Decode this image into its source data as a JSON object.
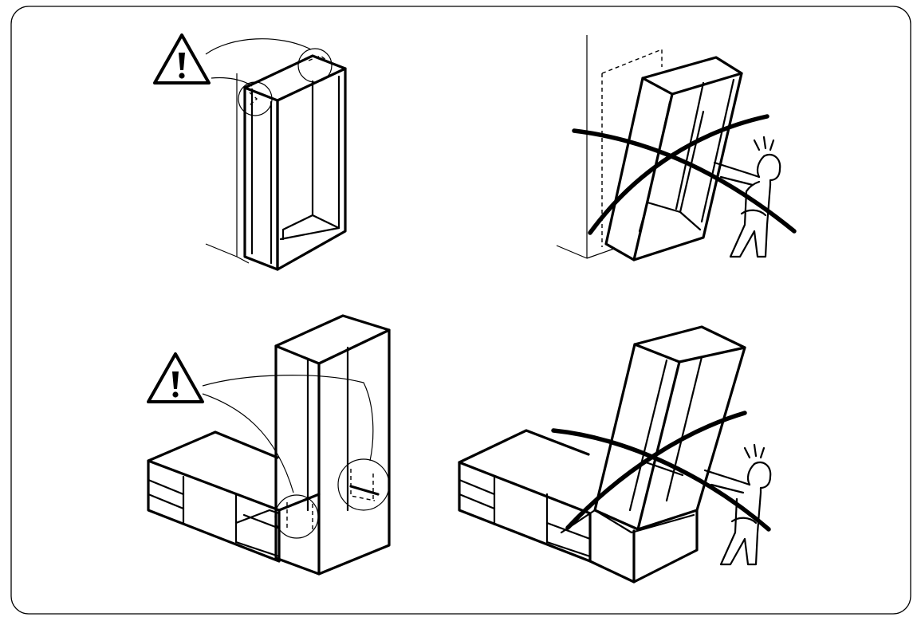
{
  "figure": {
    "panels": [
      {
        "id": "correct-wall-anchoring",
        "status": "correct",
        "icon": "warning-triangle-icon"
      },
      {
        "id": "incorrect-tipping-cabinet",
        "status": "incorrect",
        "icon": "cross-out-mark"
      },
      {
        "id": "correct-unit-anchoring",
        "status": "correct",
        "icon": "warning-triangle-icon"
      },
      {
        "id": "incorrect-tipping-unit",
        "status": "incorrect",
        "icon": "cross-out-mark"
      }
    ],
    "colors": {
      "stroke": "#000000",
      "background": "#ffffff",
      "frame": "#000000"
    }
  }
}
